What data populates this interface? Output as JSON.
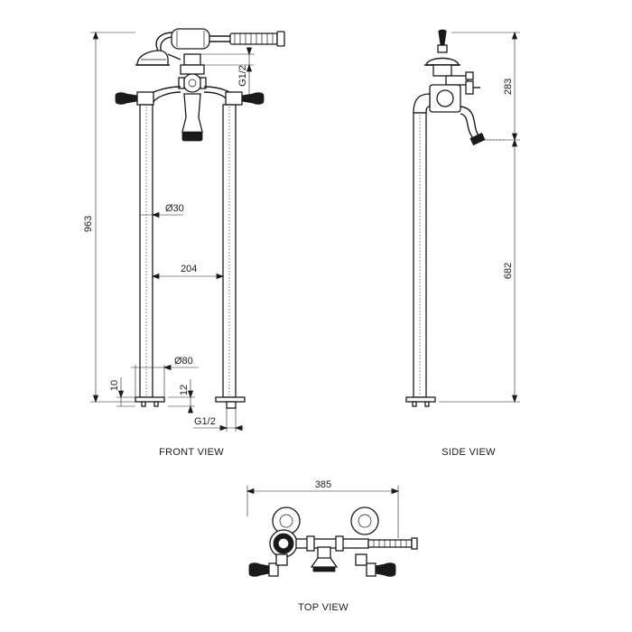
{
  "views": {
    "front": "FRONT VIEW",
    "side": "SIDE VIEW",
    "top": "TOP VIEW"
  },
  "dimensions": {
    "total_height": "963",
    "pipe_diameter": "Ø30",
    "pipe_spacing": "204",
    "base_diameter": "Ø80",
    "base_height": "10",
    "base_offset": "12",
    "thread_bottom": "G1/2",
    "thread_top": "G1/2",
    "upper_height": "283",
    "spout_height": "682",
    "total_width": "385"
  }
}
